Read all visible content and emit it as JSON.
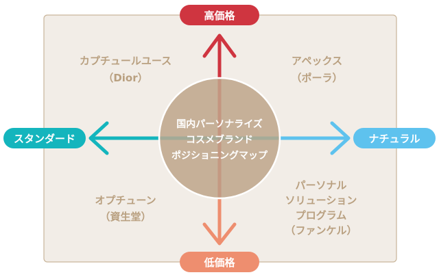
{
  "axes": {
    "top": {
      "label": "高価格",
      "color": "#cf3540"
    },
    "bottom": {
      "label": "低価格",
      "color": "#ee8e6f"
    },
    "left": {
      "label": "スタンダード",
      "color": "#14b5bd"
    },
    "right": {
      "label": "ナチュラル",
      "color": "#5ec2ee"
    }
  },
  "center": {
    "lines": [
      "国内パーソナライズ",
      "コスメブランド",
      "ポジショニングマップ"
    ]
  },
  "quadrants": {
    "top_left": [
      "カプチュールユース",
      "（Dior）"
    ],
    "top_right": [
      "アペックス",
      "（ポーラ）"
    ],
    "bottom_left": [
      "オプチューン",
      "（資生堂）"
    ],
    "bottom_right": [
      "パーソナル",
      "ソリューション",
      "プログラム",
      "（ファンケル）"
    ]
  }
}
